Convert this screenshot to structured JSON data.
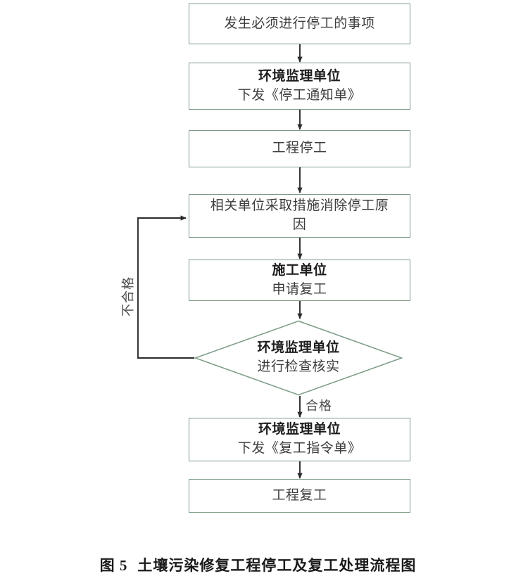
{
  "figure": {
    "caption_label": "图 5",
    "caption_title": "土壤污染修复工程停工及复工处理流程图"
  },
  "palette": {
    "box_border": "#7d9b86",
    "box_fill": "#ffffff",
    "connector": "#2b2b2b",
    "text": "#3c3c3c",
    "text_bold": "#1d1d1d",
    "page_background": "#ffffff"
  },
  "flowchart": {
    "type": "flowchart",
    "orientation": "top-to-bottom",
    "nodes": [
      {
        "id": "n1",
        "shape": "rect",
        "lines": [
          {
            "text": "发生必须进行停工的事项",
            "bold": false
          }
        ]
      },
      {
        "id": "n2",
        "shape": "rect",
        "lines": [
          {
            "text": "环境监理单位",
            "bold": true
          },
          {
            "text": "下发《停工通知单》",
            "bold": false
          }
        ]
      },
      {
        "id": "n3",
        "shape": "rect",
        "lines": [
          {
            "text": "工程停工",
            "bold": false
          }
        ]
      },
      {
        "id": "n4",
        "shape": "rect",
        "lines": [
          {
            "text": "相关单位采取措施消除停工原",
            "bold": false
          },
          {
            "text": "因",
            "bold": false
          }
        ]
      },
      {
        "id": "n5",
        "shape": "rect",
        "lines": [
          {
            "text": "施工单位",
            "bold": true
          },
          {
            "text": "申请复工",
            "bold": false
          }
        ]
      },
      {
        "id": "n6",
        "shape": "diamond",
        "lines": [
          {
            "text": "环境监理单位",
            "bold": true
          },
          {
            "text": "进行检查核实",
            "bold": false
          }
        ]
      },
      {
        "id": "n7",
        "shape": "rect",
        "lines": [
          {
            "text": "环境监理单位",
            "bold": true
          },
          {
            "text": "下发《复工指令单》",
            "bold": false
          }
        ]
      },
      {
        "id": "n8",
        "shape": "rect",
        "lines": [
          {
            "text": "工程复工",
            "bold": false
          }
        ]
      }
    ],
    "edges": [
      {
        "from": "n1",
        "to": "n2",
        "label": ""
      },
      {
        "from": "n2",
        "to": "n3",
        "label": ""
      },
      {
        "from": "n3",
        "to": "n4",
        "label": ""
      },
      {
        "from": "n4",
        "to": "n5",
        "label": ""
      },
      {
        "from": "n5",
        "to": "n6",
        "label": ""
      },
      {
        "from": "n6",
        "to": "n7",
        "label": "合格"
      },
      {
        "from": "n6",
        "to": "n4",
        "label": "不合格",
        "route": "left-loop"
      },
      {
        "from": "n7",
        "to": "n8",
        "label": ""
      }
    ],
    "labels": {
      "pass": "合格",
      "fail": "不合格"
    }
  }
}
